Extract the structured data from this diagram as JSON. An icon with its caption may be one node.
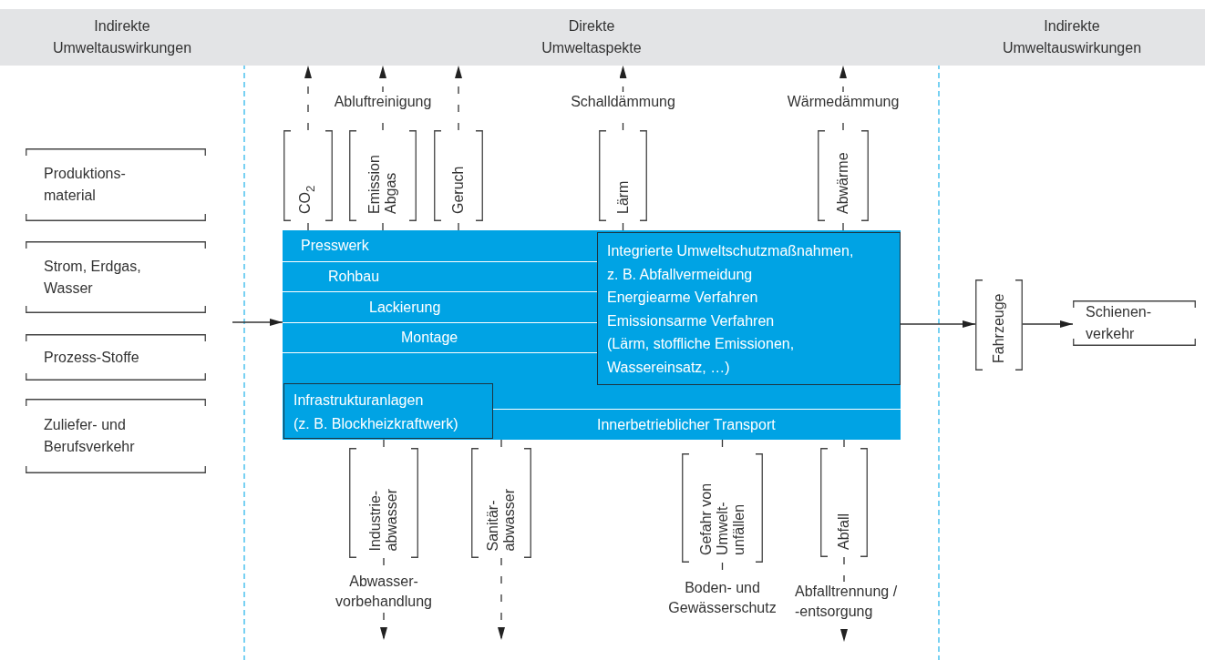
{
  "diagram": {
    "nodes": [
      {
        "text": [
          "Indirekte Umweltauswirkungen"
        ]
      },
      {
        "text": [
          "Direkte Umweltaspekte"
        ]
      },
      {
        "text": [
          "Indirekte Umweltauswirkungen"
        ]
      },
      {
        "text": [
          "Produktions- material"
        ]
      },
      {
        "text": [
          "Strom, Erdgas, Wasser"
        ]
      },
      {
        "text": [
          "Prozess-Stoffe"
        ]
      },
      {
        "text": [
          "Zuliefer- und Berufsverkehr"
        ]
      },
      {
        "text": [],
        "shape": "box"
      },
      {
        "text": [
          "Presswerk"
        ],
        "in": 7
      },
      {
        "text": [
          "Rohbau"
        ],
        "in": 7
      },
      {
        "text": [
          "Lackierung"
        ],
        "in": 7
      },
      {
        "text": [
          "Montage"
        ],
        "in": 7
      },
      {
        "text": [
          "Integrierte Umweltschutzmaßnahmen, z. B. Abfallvermeidung",
          "Energiearme Verfahren",
          "Emissionsarme Verfahren",
          "(Lärm, stoffliche Emissionen, Wassereinsatz, …)"
        ],
        "in": 7
      },
      {
        "text": [
          "Infrastrukturanlagen",
          "(z. B. Blockheizkraftwerk)"
        ],
        "in": 7
      },
      {
        "text": [
          "Innerbetrieblicher Transport"
        ],
        "in": 7
      },
      {
        "text": [
          "CO$_{2}$"
        ]
      },
      {
        "text": [
          "Emission Abgas"
        ]
      },
      {
        "text": [
          "Geruch"
        ]
      },
      {
        "text": [
          "Lärm"
        ]
      },
      {
        "text": [
          "Abwärme"
        ]
      },
      {
        "text": [
          "Industrie- abwasser"
        ]
      },
      {
        "text": [
          "Sanitär- abwasser"
        ]
      },
      {
        "text": [
          "Gefahr von Umwelt- unfällen"
        ]
      },
      {
        "text": [
          "Abfall"
        ]
      },
      {
        "text": [
          "Fahrzeuge"
        ]
      },
      {
        "text": [
          "Schienen- verkehr"
        ]
      }
    ],
    "edges": [
      {
        "from": null,
        "to": 7,
        "arrow": "to"
      },
      {
        "from": 7,
        "to": 24,
        "arrow": "to"
      },
      {
        "from": 24,
        "to": 25,
        "arrow": "to"
      },
      {
        "from": 7,
        "to": 15,
        "arrow": "none",
        "style": "dashed"
      },
      {
        "from": 7,
        "to": 16,
        "arrow": "none",
        "style": "dashed"
      },
      {
        "from": 7,
        "to": 17,
        "arrow": "none",
        "style": "dashed"
      },
      {
        "from": 7,
        "to": 18,
        "arrow": "none",
        "style": "dashed"
      },
      {
        "from": 7,
        "to": 19,
        "arrow": "none",
        "style": "dashed"
      },
      {
        "from": 15,
        "to": 1,
        "arrow": "to",
        "style": "dashed"
      },
      {
        "from": 16,
        "to": 1,
        "arrow": "to",
        "style": "dashed",
        "label": "Abluftreinigung"
      },
      {
        "from": 17,
        "to": 1,
        "arrow": "to",
        "style": "dashed"
      },
      {
        "from": 18,
        "to": 1,
        "arrow": "to",
        "style": "dashed",
        "label": "Schalldämmung"
      },
      {
        "from": 19,
        "to": 1,
        "arrow": "to",
        "style": "dashed",
        "label": "Wärmedämmung"
      },
      {
        "from": 7,
        "to": 20,
        "arrow": "none",
        "style": "dashed"
      },
      {
        "from": 7,
        "to": 21,
        "arrow": "none",
        "style": "dashed"
      },
      {
        "from": 7,
        "to": 22,
        "arrow": "none",
        "style": "dashed"
      },
      {
        "from": 7,
        "to": 23,
        "arrow": "none",
        "style": "dashed"
      },
      {
        "from": 20,
        "to": null,
        "arrow": "to",
        "style": "dashed",
        "label": "Abwasser- vorbehandlung"
      },
      {
        "from": 21,
        "to": null,
        "arrow": "to",
        "style": "dashed"
      },
      {
        "from": 22,
        "to": null,
        "arrow": "none",
        "style": "dashed",
        "label": "Boden- und Gewässerschutz"
      },
      {
        "from": 23,
        "to": null,
        "arrow": "to",
        "style": "dashed",
        "label": "Abfalltrennung / -entsorgung"
      }
    ]
  }
}
